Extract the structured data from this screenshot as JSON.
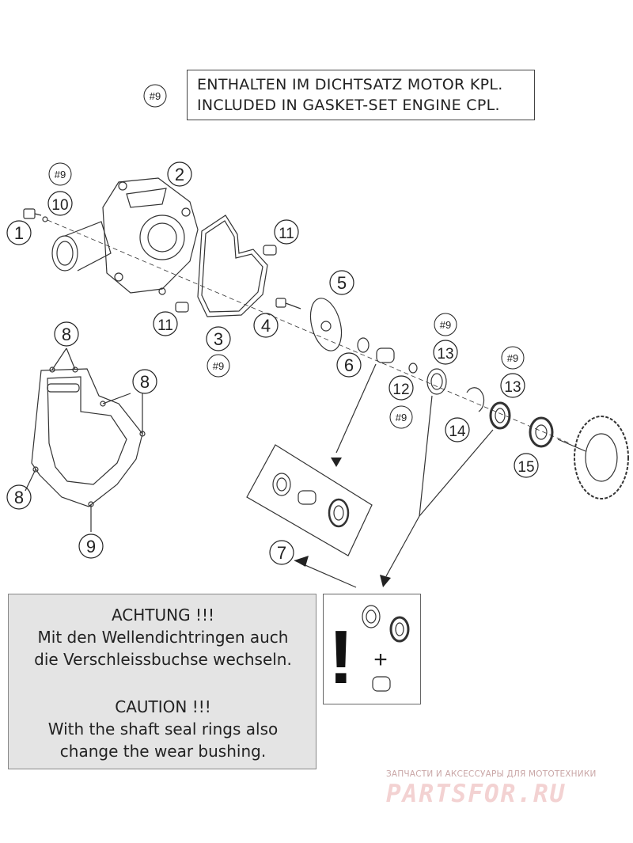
{
  "legend": {
    "ref": "#9",
    "line_de": "ENTHALTEN IM DICHTSATZ MOTOR KPL.",
    "line_en": "INCLUDED IN GASKET-SET ENGINE CPL."
  },
  "part_numbers": {
    "p1": "1",
    "p2": "2",
    "p3": "3",
    "p4": "4",
    "p5": "5",
    "p6": "6",
    "p7": "7",
    "p8": "8",
    "p9": "9",
    "p10": "10",
    "p11": "11",
    "p12": "12",
    "p13": "13",
    "p14": "14",
    "p15": "15",
    "ref9": "#9"
  },
  "warning": {
    "title_de": "ACHTUNG !!!",
    "text_de_1": "Mit den Wellendichtringen auch",
    "text_de_2": "die Verschleissbuchse wechseln.",
    "title_en": "CAUTION !!!",
    "text_en_1": "With the shaft seal rings also",
    "text_en_2": "change the wear bushing."
  },
  "warning_icon": {
    "mark": "!",
    "plus": "+"
  },
  "watermark": {
    "tagline": "ЗАПЧАСТИ И АКСЕССУАРЫ ДЛЯ МОТОТЕХНИКИ",
    "logo": "PARTSFOR.RU"
  },
  "colors": {
    "line": "#333333",
    "warning_bg": "#e4e4e4",
    "watermark": "#f3d2d2"
  }
}
